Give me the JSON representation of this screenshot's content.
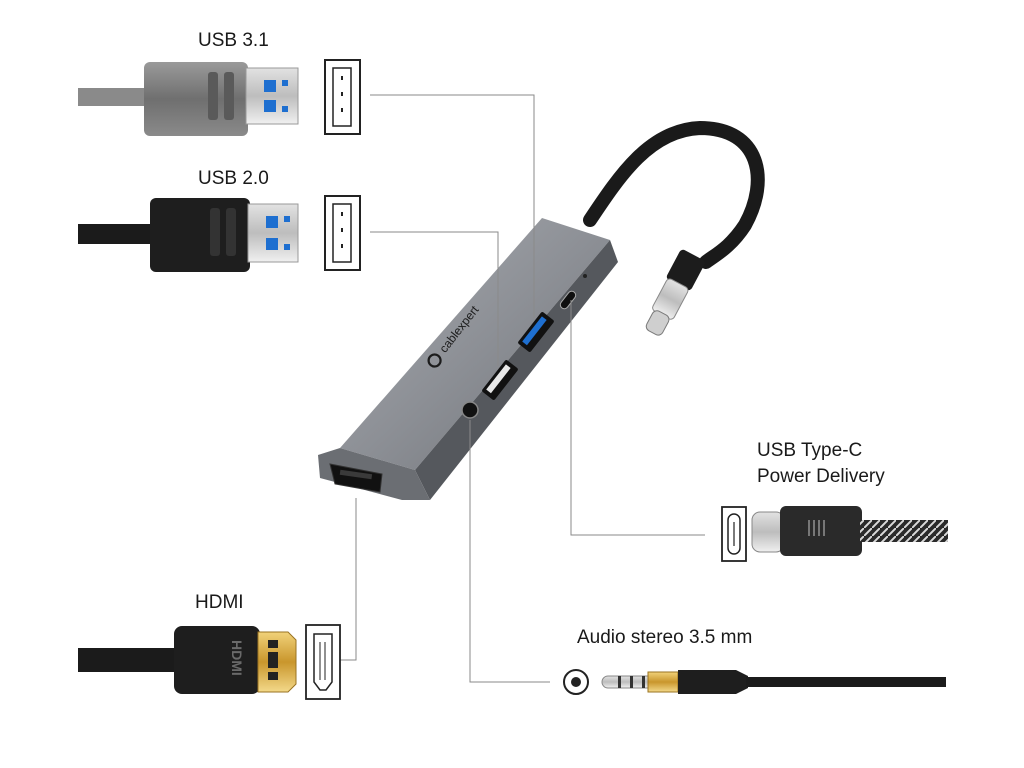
{
  "labels": {
    "usb31": "USB 3.1",
    "usb20": "USB 2.0",
    "usbc_line1": "USB Type-C",
    "usbc_line2": "Power Delivery",
    "hdmi": "HDMI",
    "audio": "Audio stereo 3.5 mm"
  },
  "device": {
    "brand": "cablexpert",
    "hdmi_plug_text": "HDMI"
  },
  "colors": {
    "hub_body": "#8d9096",
    "usb31_insert": "#1e6fd0",
    "usb31_cable": "#8a8a8a",
    "usb20_cable": "#1b1b1b",
    "hdmi_gold": "#d4a93a"
  }
}
